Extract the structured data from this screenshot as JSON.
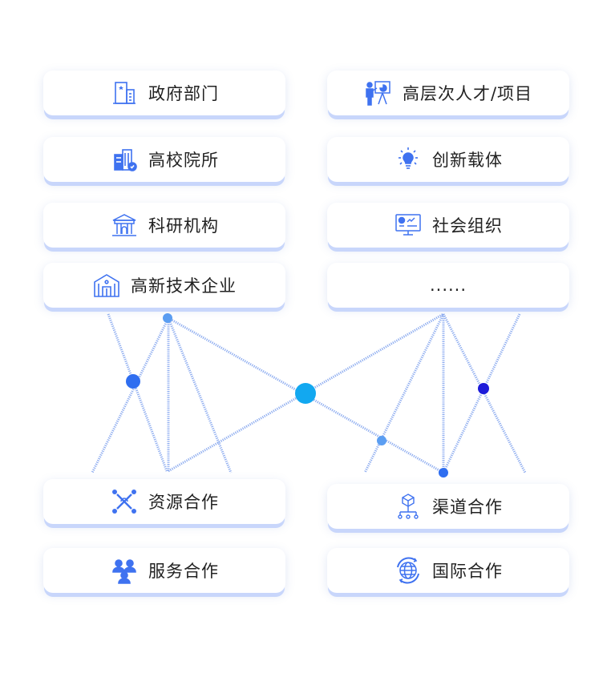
{
  "top_left": [
    {
      "label": "政府部门",
      "icon": "government-building-icon"
    },
    {
      "label": "高校院所",
      "icon": "university-building-icon"
    },
    {
      "label": "科研机构",
      "icon": "research-institute-icon"
    },
    {
      "label": "高新技术企业",
      "icon": "enterprise-building-icon"
    }
  ],
  "top_right": [
    {
      "label": "高层次人才/项目",
      "icon": "presenter-icon"
    },
    {
      "label": "创新载体",
      "icon": "lightbulb-icon"
    },
    {
      "label": "社会组织",
      "icon": "monitor-dashboard-icon"
    },
    {
      "label": "......"
    }
  ],
  "bottom_left": [
    {
      "label": "资源合作",
      "icon": "resource-link-icon"
    },
    {
      "label": "服务合作",
      "icon": "service-users-icon"
    }
  ],
  "bottom_right": [
    {
      "label": "渠道合作",
      "icon": "channel-network-icon"
    },
    {
      "label": "国际合作",
      "icon": "globe-icon"
    }
  ],
  "colors": {
    "accent": "#3f72f0",
    "node_cyan": "#12a8f0",
    "node_blue": "#2f6ef0",
    "node_dark": "#1d1bd9",
    "node_light": "#5b9ef2"
  }
}
